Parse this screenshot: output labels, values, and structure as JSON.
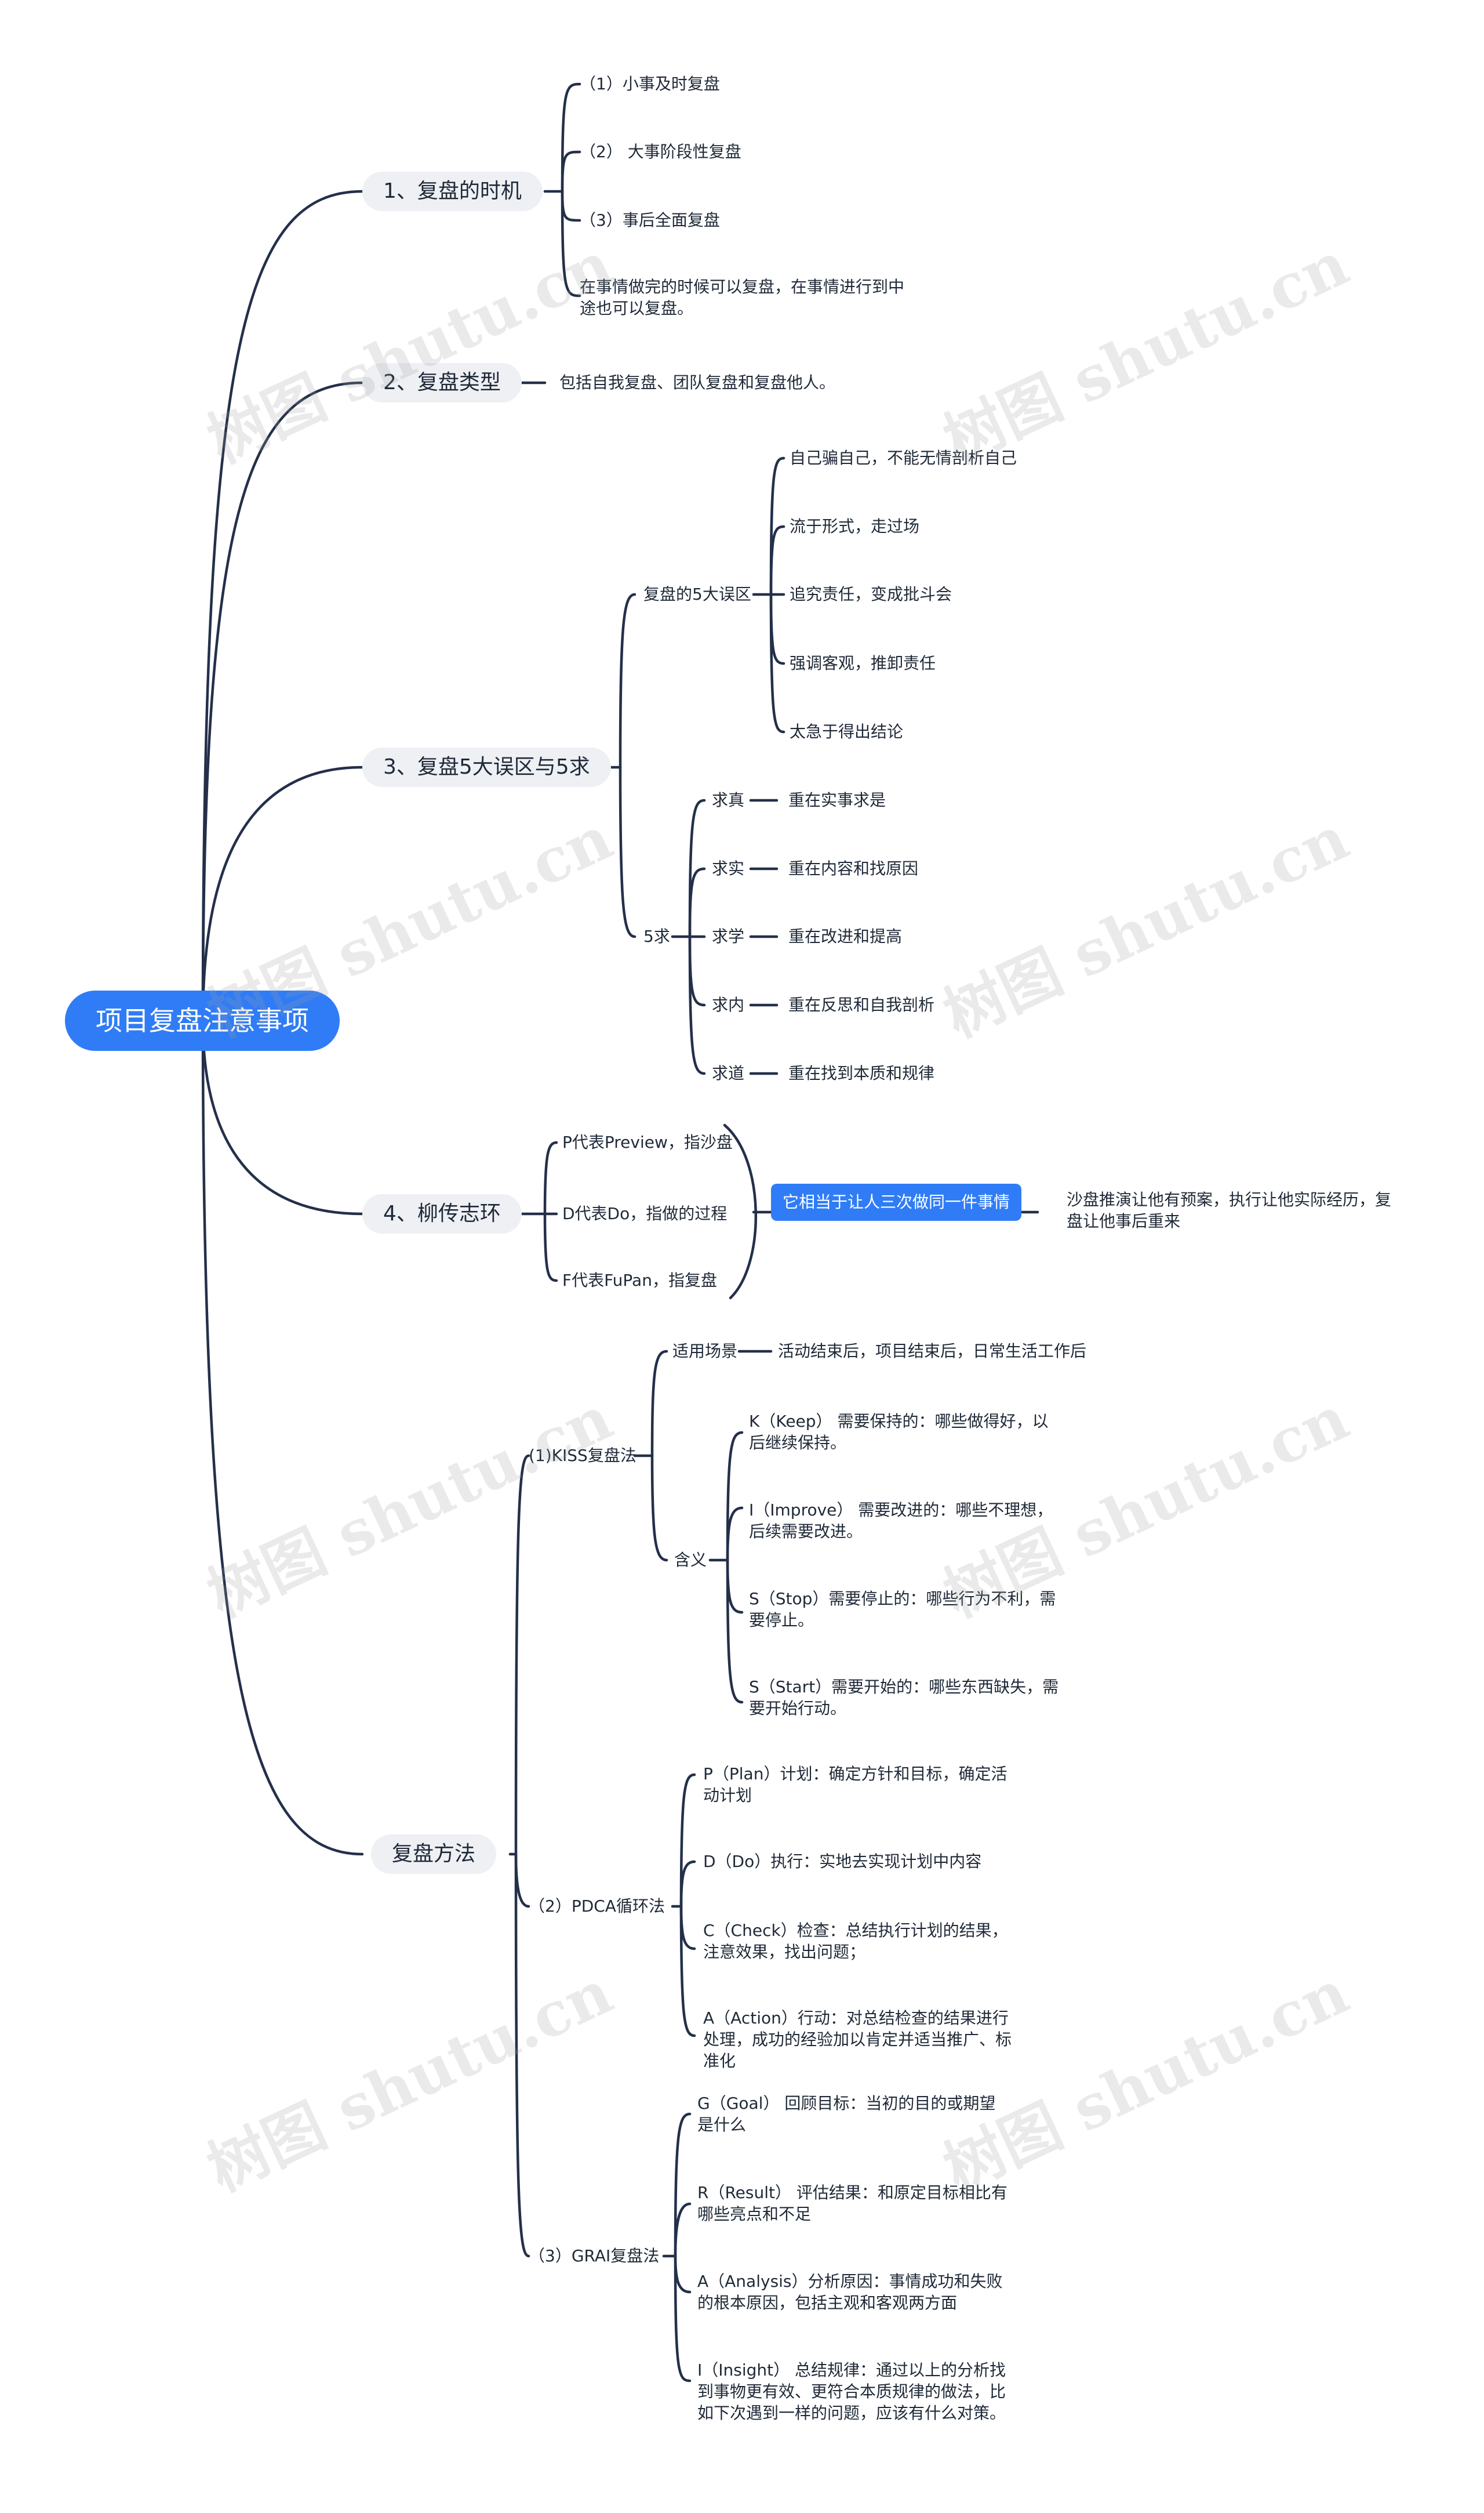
{
  "root": {
    "label": "项目复盘注意事项"
  },
  "b1": {
    "label": "1、复盘的时机",
    "items": [
      "（1）小事及时复盘",
      "（2） 大事阶段性复盘",
      "（3）事后全面复盘",
      "在事情做完的时候可以复盘，在事情进行到中途也可以复盘。"
    ]
  },
  "b2": {
    "label": "2、复盘类型",
    "note": "包括自我复盘、团队复盘和复盘他人。"
  },
  "b3": {
    "label": "3、复盘5大误区与5求",
    "mistakes": {
      "label": "复盘的5大误区",
      "items": [
        "自己骗自己，不能无情剖析自己",
        "流于形式，走过场",
        "追究责任，变成批斗会",
        "强调客观，推卸责任",
        "太急于得出结论"
      ]
    },
    "seeks": {
      "label": "5求",
      "items": [
        {
          "name": "求真",
          "desc": "重在实事求是"
        },
        {
          "name": "求实",
          "desc": "重在内容和找原因"
        },
        {
          "name": "求学",
          "desc": "重在改进和提高"
        },
        {
          "name": "求内",
          "desc": "重在反思和自我剖析"
        },
        {
          "name": "求道",
          "desc": "重在找到本质和规律"
        }
      ]
    }
  },
  "b4": {
    "label": "4、柳传志环",
    "items": [
      "P代表Preview，指沙盘",
      "D代表Do，指做的过程",
      "F代表FuPan，指复盘"
    ],
    "summary": "它相当于让人三次做同一件事情",
    "note": "沙盘推演让他有预案，执行让他实际经历，复盘让他事后重来"
  },
  "b5": {
    "label": "复盘方法",
    "kiss": {
      "label": "(1)KISS复盘法",
      "scene": {
        "label": "适用场景",
        "text": "活动结束后，项目结束后，日常生活工作后"
      },
      "meaning": {
        "label": "含义",
        "items": [
          "K（Keep） 需要保持的：哪些做得好，以后继续保持。",
          "I（Improve） 需要改进的：哪些不理想，后续需要改进。",
          "S（Stop）需要停止的：哪些行为不利，需要停止。",
          "S（Start）需要开始的：哪些东西缺失，需要开始行动。"
        ]
      }
    },
    "pdca": {
      "label": "（2）PDCA循环法",
      "items": [
        "P（Plan）计划：确定方针和目标，确定活动计划",
        "D（Do）执行：实地去实现计划中内容",
        "C（Check）检查：总结执行计划的结果，注意效果，找出问题；",
        "A（Action）行动：对总结检查的结果进行处理，成功的经验加以肯定并适当推广、标准化"
      ]
    },
    "grai": {
      "label": "（3）GRAI复盘法",
      "items": [
        "G（Goal） 回顾目标：当初的目的或期望是什么",
        "R（Result） 评估结果：和原定目标相比有哪些亮点和不足",
        "A（Analysis）分析原因：事情成功和失败的根本原因，包括主观和客观两方面",
        "I（Insight） 总结规律：通过以上的分析找到事物更有效、更符合本质规律的做法，比如下次遇到一样的问题，应该有什么对策。"
      ]
    }
  },
  "watermark": "树图 shutu.cn"
}
